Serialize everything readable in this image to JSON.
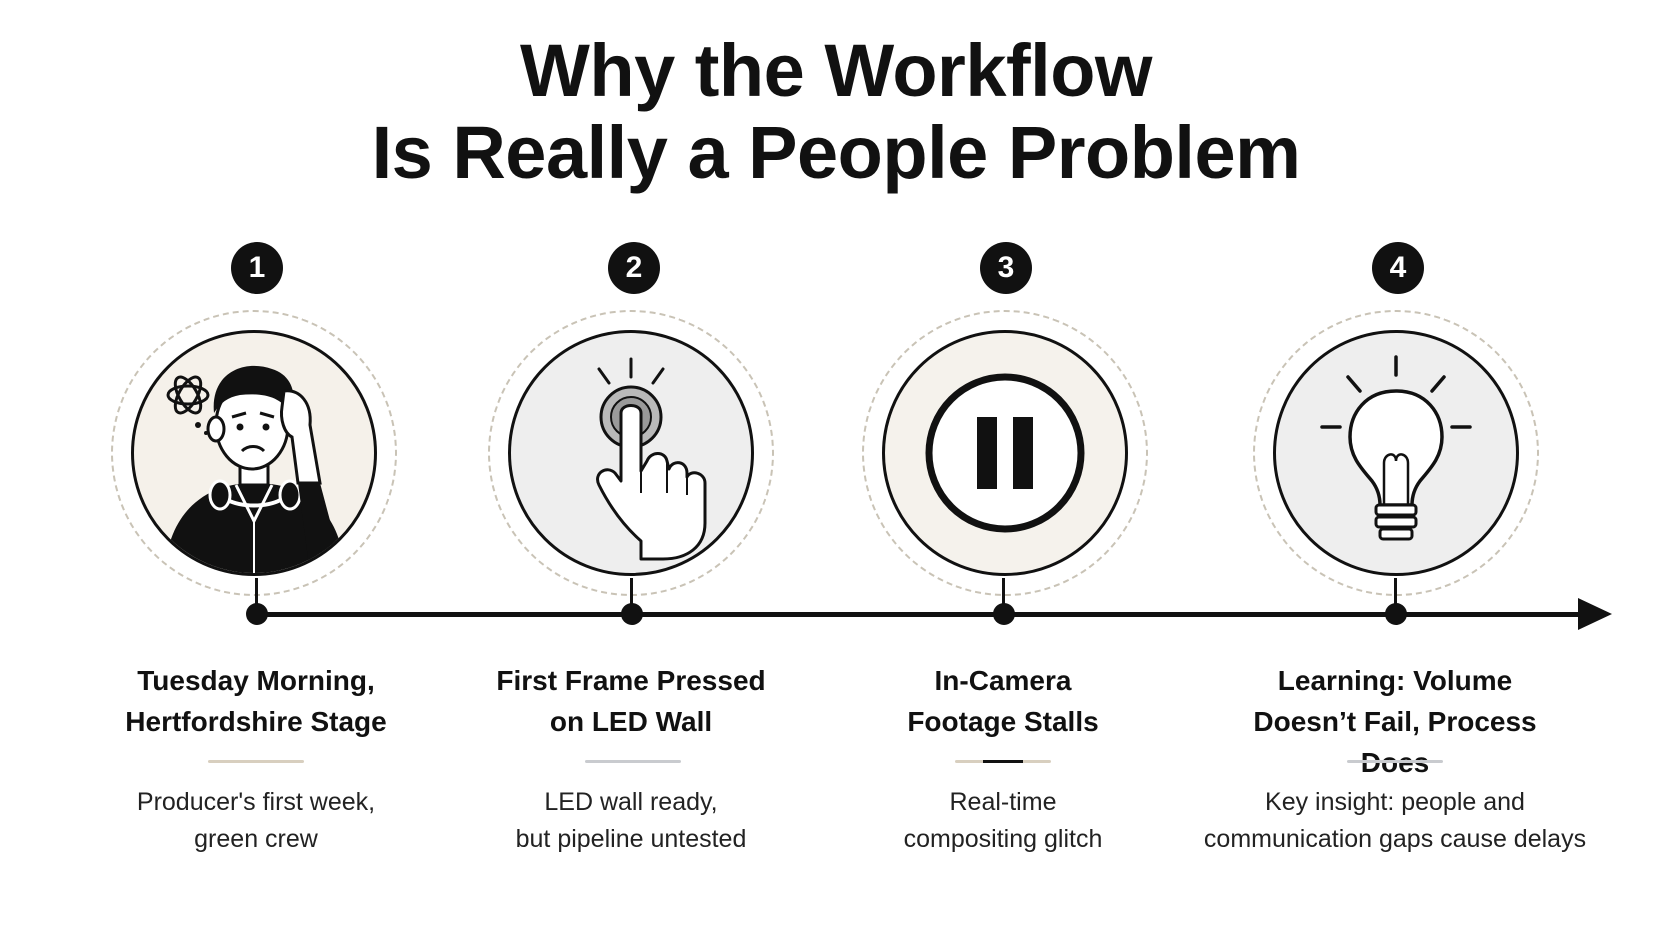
{
  "title": {
    "line1": "Why the Workflow",
    "line2": "Is Really a People Problem"
  },
  "steps": [
    {
      "number": "1",
      "icon": "worried-person-icon",
      "heading_line1": "Tuesday Morning,",
      "heading_line2": "Hertfordshire Stage",
      "desc_line1": "Producer's first week,",
      "desc_line2": "green crew",
      "fill": "#f5f1ea",
      "divider_color": "#d8cfbf"
    },
    {
      "number": "2",
      "icon": "pointing-hand-button-icon",
      "heading_line1": "First Frame Pressed",
      "heading_line2": "on LED Wall",
      "desc_line1": "LED wall ready,",
      "desc_line2": "but pipeline untested",
      "fill": "#eeeeee",
      "divider_color": "#c9cbcf"
    },
    {
      "number": "3",
      "icon": "pause-icon",
      "heading_line1": "In-Camera",
      "heading_line2": "Footage Stalls",
      "desc_line1": "Real-time",
      "desc_line2": "compositing glitch",
      "fill": "#f5f2ec",
      "divider_color": "#d8cfbf"
    },
    {
      "number": "4",
      "icon": "lightbulb-icon",
      "heading_line1": "Learning: Volume",
      "heading_line2": "Doesn’t Fail, Process Does",
      "desc_line1": "Key insight: people and",
      "desc_line2": "communication gaps cause delays",
      "fill": "#eeeeee",
      "divider_color": "#c9cbcf"
    }
  ]
}
